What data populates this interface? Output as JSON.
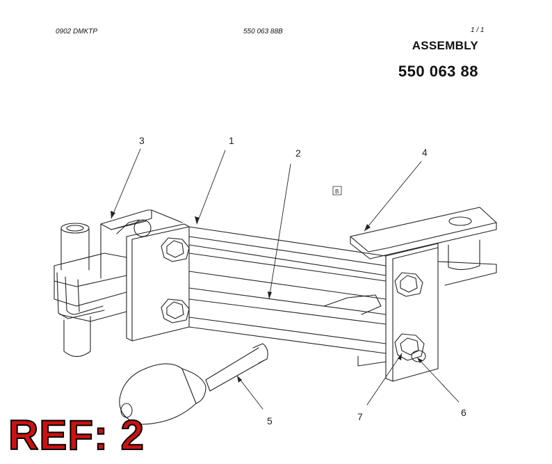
{
  "header": {
    "left_code": "0902 DMKTP",
    "center_code": "550 063 88B",
    "page_indicator": "1 /   1"
  },
  "title": {
    "heading": "ASSEMBLY",
    "part_number": "550 063 88"
  },
  "callouts": [
    "1",
    "2",
    "3",
    "4",
    "5",
    "6",
    "7"
  ],
  "detail_marker": "B",
  "ref_label": "REF: 2",
  "colors": {
    "ref_fill": "#cc1111",
    "line": "#222222"
  }
}
